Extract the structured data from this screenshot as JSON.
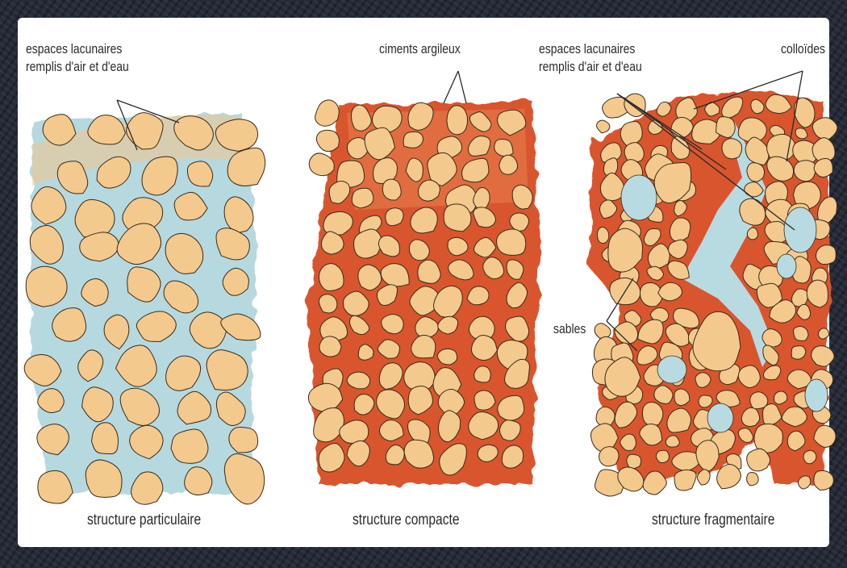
{
  "colors": {
    "grain": "#f3c98d",
    "grain_edge": "#3a2a1a",
    "pore": "#a9d3da",
    "clay": "#d9552e",
    "clay_light": "#e8804f",
    "frame": "#262b38"
  },
  "panels": [
    {
      "caption": "structure particulaire",
      "labels": [
        "espaces lacunaires",
        "remplis d'air et d'eau"
      ]
    },
    {
      "caption": "structure compacte",
      "labels": [
        "ciments argileux"
      ]
    },
    {
      "caption": "structure fragmentaire",
      "labels": [
        "espaces lacunaires",
        "remplis d'air et d'eau",
        "colloïdes",
        "sables"
      ]
    }
  ]
}
